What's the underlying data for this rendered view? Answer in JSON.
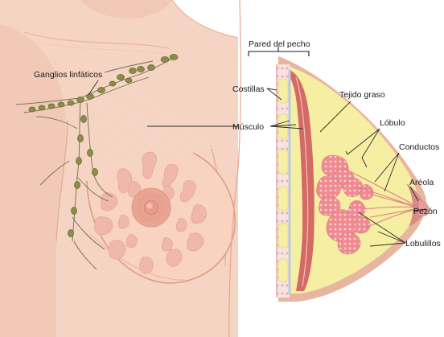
{
  "labels": {
    "lymph_nodes": "Ganglios linfáticos",
    "chest_wall": "Pared del pecho",
    "ribs": "Costillas",
    "fatty_tissue": "Tejido graso",
    "lobule": "Lóbulo",
    "muscle": "Músculo",
    "ducts": "Conductos",
    "areola": "Aréola",
    "nipple": "Pezón",
    "lobules": "Lobulillos"
  },
  "colors": {
    "skin": "#f6d4c3",
    "skin_shadow": "#e8b5a0",
    "gland": "#f0b7ab",
    "fat": "#f6efa3",
    "muscle": "#d46a66",
    "node": "#8a8f45",
    "lobule_pink": "#ee8a90"
  }
}
